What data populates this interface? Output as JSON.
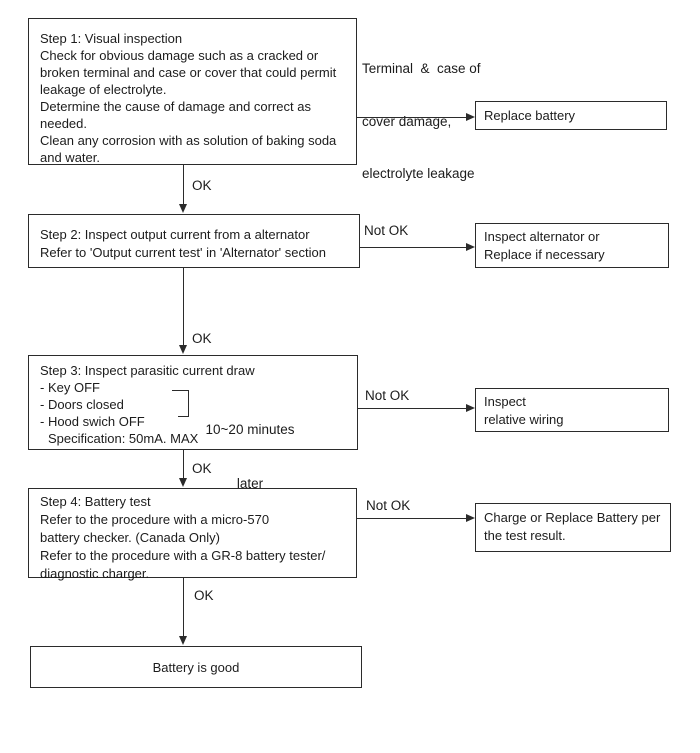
{
  "flowchart": {
    "colors": {
      "line": "#2b2b2b",
      "text": "#1c1c1c",
      "background": "#ffffff"
    },
    "ok_label": "OK",
    "not_ok_label": "Not OK",
    "step1": {
      "lines": [
        "Step 1: Visual inspection",
        "Check for obvious damage such as a cracked or",
        "broken terminal and case or cover that could permit",
        "leakage of electrolyte.",
        "Determine the cause of damage and correct as",
        "needed.",
        "Clean any corrosion with as solution of baking soda",
        "and water."
      ]
    },
    "step2": {
      "lines": [
        "Step 2: Inspect output current from a alternator",
        "Refer to 'Output current test' in 'Alternator' section"
      ]
    },
    "step3": {
      "title": "Step 3: Inspect parasitic current draw",
      "items": [
        "- Key OFF",
        "- Doors closed",
        "- Hood swich OFF"
      ],
      "spec": "Specification: 50mA. MAX",
      "wait_note": [
        "10~20 minutes",
        "later"
      ]
    },
    "step4": {
      "lines": [
        "Step 4: Battery test",
        "Refer to the procedure with a micro-570",
        "battery checker. (Canada Only)",
        "Refer to the procedure with a GR-8 battery tester/",
        "diagnostic charger."
      ]
    },
    "condition_note": [
      "Terminal  &  case of",
      "cover damage,",
      "electrolyte leakage"
    ],
    "outcome_replace": "Replace battery",
    "outcome_alternator": [
      "Inspect alternator or",
      "Replace if necessary"
    ],
    "outcome_wiring": [
      "Inspect",
      "relative wiring"
    ],
    "outcome_charge": [
      "Charge or Replace Battery per",
      "the test result."
    ],
    "outcome_good": "Battery is good"
  }
}
